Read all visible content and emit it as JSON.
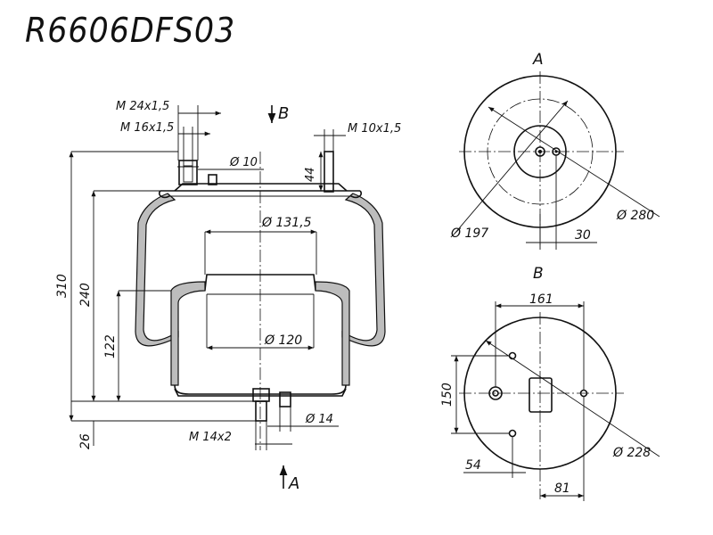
{
  "title": "R6606DFS03",
  "side_view": {
    "view_b_arrow_label": "B",
    "view_a_arrow_label": "A",
    "dim_m24": "M 24x1,5",
    "dim_m16": "M 16x1,5",
    "dim_m10": "M 10x1,5",
    "dim_d10": "Ø 10",
    "dim_44": "44",
    "dim_d131": "Ø 131,5",
    "dim_d120": "Ø 120",
    "dim_d14": "Ø 14",
    "dim_m14": "M 14x2",
    "dim_310": "310",
    "dim_240": "240",
    "dim_122": "122",
    "dim_26": "26"
  },
  "view_a": {
    "label": "A",
    "dim_d197": "Ø 197",
    "dim_d280": "Ø 280",
    "dim_30": "30"
  },
  "view_b": {
    "label": "B",
    "dim_161": "161",
    "dim_150": "150",
    "dim_d228": "Ø 228",
    "dim_54": "54",
    "dim_81": "81"
  }
}
